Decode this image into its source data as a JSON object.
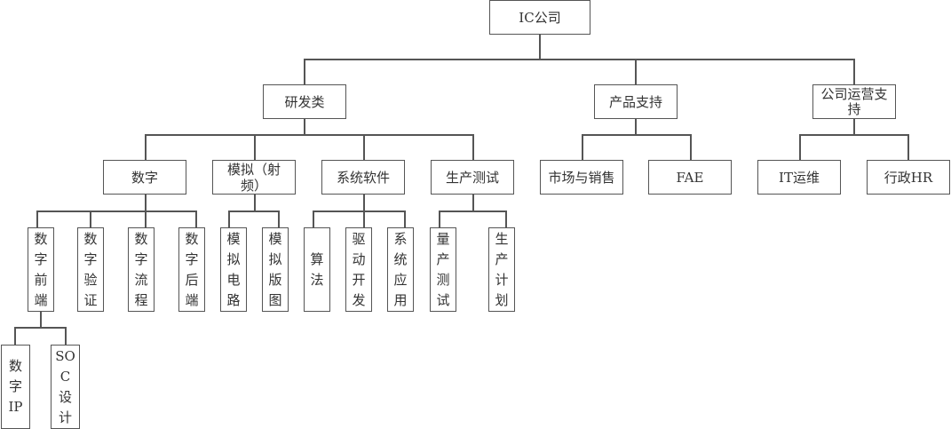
{
  "title": "IC公司",
  "root": {
    "label": "IC公司",
    "children": [
      {
        "label": "研发类",
        "children": [
          {
            "label": "数字",
            "children": [
              {
                "label": "数字前端",
                "children": [
                  {
                    "label": "数字IP"
                  },
                  {
                    "label": "SOC设计"
                  }
                ]
              },
              {
                "label": "数字验证"
              },
              {
                "label": "数字流程"
              },
              {
                "label": "数字后端"
              }
            ]
          },
          {
            "label": "模拟（射频）",
            "children": [
              {
                "label": "模拟电路"
              },
              {
                "label": "模拟版图"
              }
            ]
          },
          {
            "label": "系统软件",
            "children": [
              {
                "label": "算法"
              },
              {
                "label": "驱动开发"
              },
              {
                "label": "系统应用"
              }
            ]
          },
          {
            "label": "生产测试",
            "children": [
              {
                "label": "量产测试"
              },
              {
                "label": "生产计划"
              }
            ]
          }
        ]
      },
      {
        "label": "产品支持",
        "children": [
          {
            "label": "市场与销售"
          },
          {
            "label": "FAE"
          }
        ]
      },
      {
        "label": "公司运营支持",
        "children": [
          {
            "label": "IT运维"
          },
          {
            "label": "行政HR"
          }
        ]
      }
    ]
  },
  "nodes": {
    "ic": "IC公司",
    "rd": "研发类",
    "product": "产品支持",
    "ops": "公司运营支持",
    "digital": "数字",
    "analog": "模拟（射频）",
    "syssw": "系统软件",
    "prodtest": "生产测试",
    "marketing": "市场与销售",
    "fae": "FAE",
    "it": "IT运维",
    "hr": "行政HR",
    "dfront": "数字前端",
    "dverify": "数字验证",
    "dflow": "数字流程",
    "dback": "数字后端",
    "acircuit": "模拟电路",
    "alayout": "模拟版图",
    "algo": "算法",
    "driver": "驱动开发",
    "sysapp": "系统应用",
    "masstest": "量产测试",
    "plan": "生产计划",
    "dip": "数字IP",
    "soc": "SOC设计"
  }
}
